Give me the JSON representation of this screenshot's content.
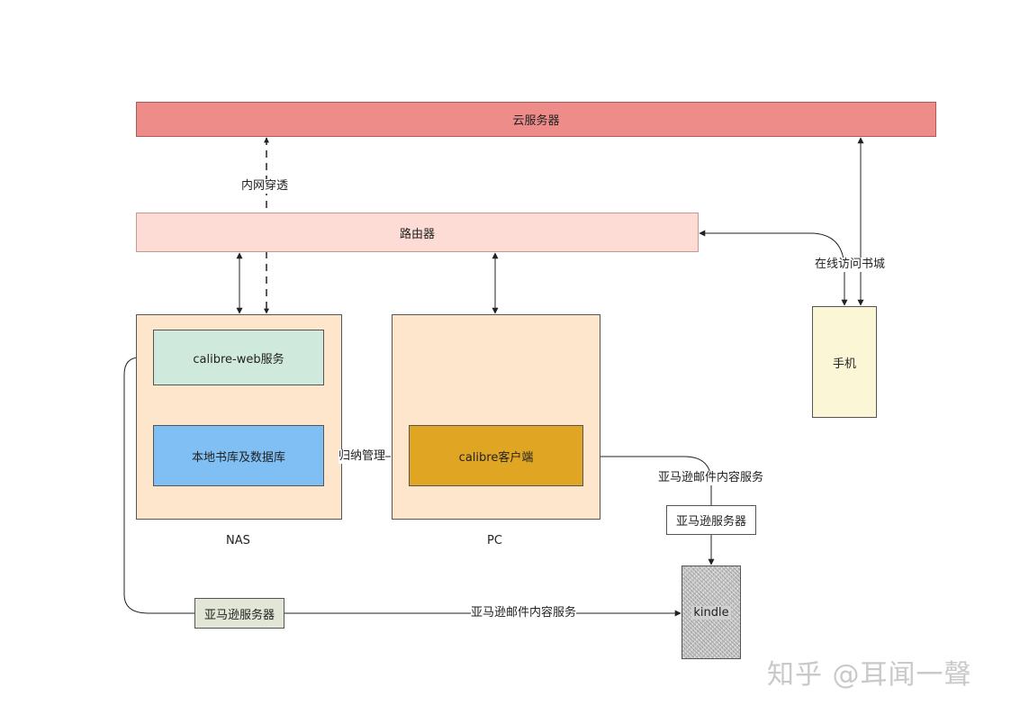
{
  "nodes": {
    "cloud_server": "云服务器",
    "router": "路由器",
    "calibre_web": "calibre-web服务",
    "local_library": "本地书库及数据库",
    "calibre_client": "calibre客户端",
    "phone": "手机",
    "amazon_server_right": "亚马逊服务器",
    "amazon_server_bottom": "亚马逊服务器",
    "kindle": "kindle"
  },
  "groups": {
    "nas": "NAS",
    "pc": "PC"
  },
  "edges": {
    "intranet_penetration": "内网穿透",
    "online_bookstore": "在线访问书城",
    "archive_management": "归纳管理",
    "amazon_mail_right": "亚马逊邮件内容服务",
    "amazon_mail_bottom": "亚马逊邮件内容服务"
  },
  "colors": {
    "cloud": "#ee8c8a",
    "router": "#fddcd6",
    "group": "#fde6cc",
    "calibre_web": "#cfe9dc",
    "library": "#7fbff4",
    "client": "#e0a623",
    "phone": "#fbf7d6"
  },
  "watermark": "知乎 @耳闻一聲"
}
